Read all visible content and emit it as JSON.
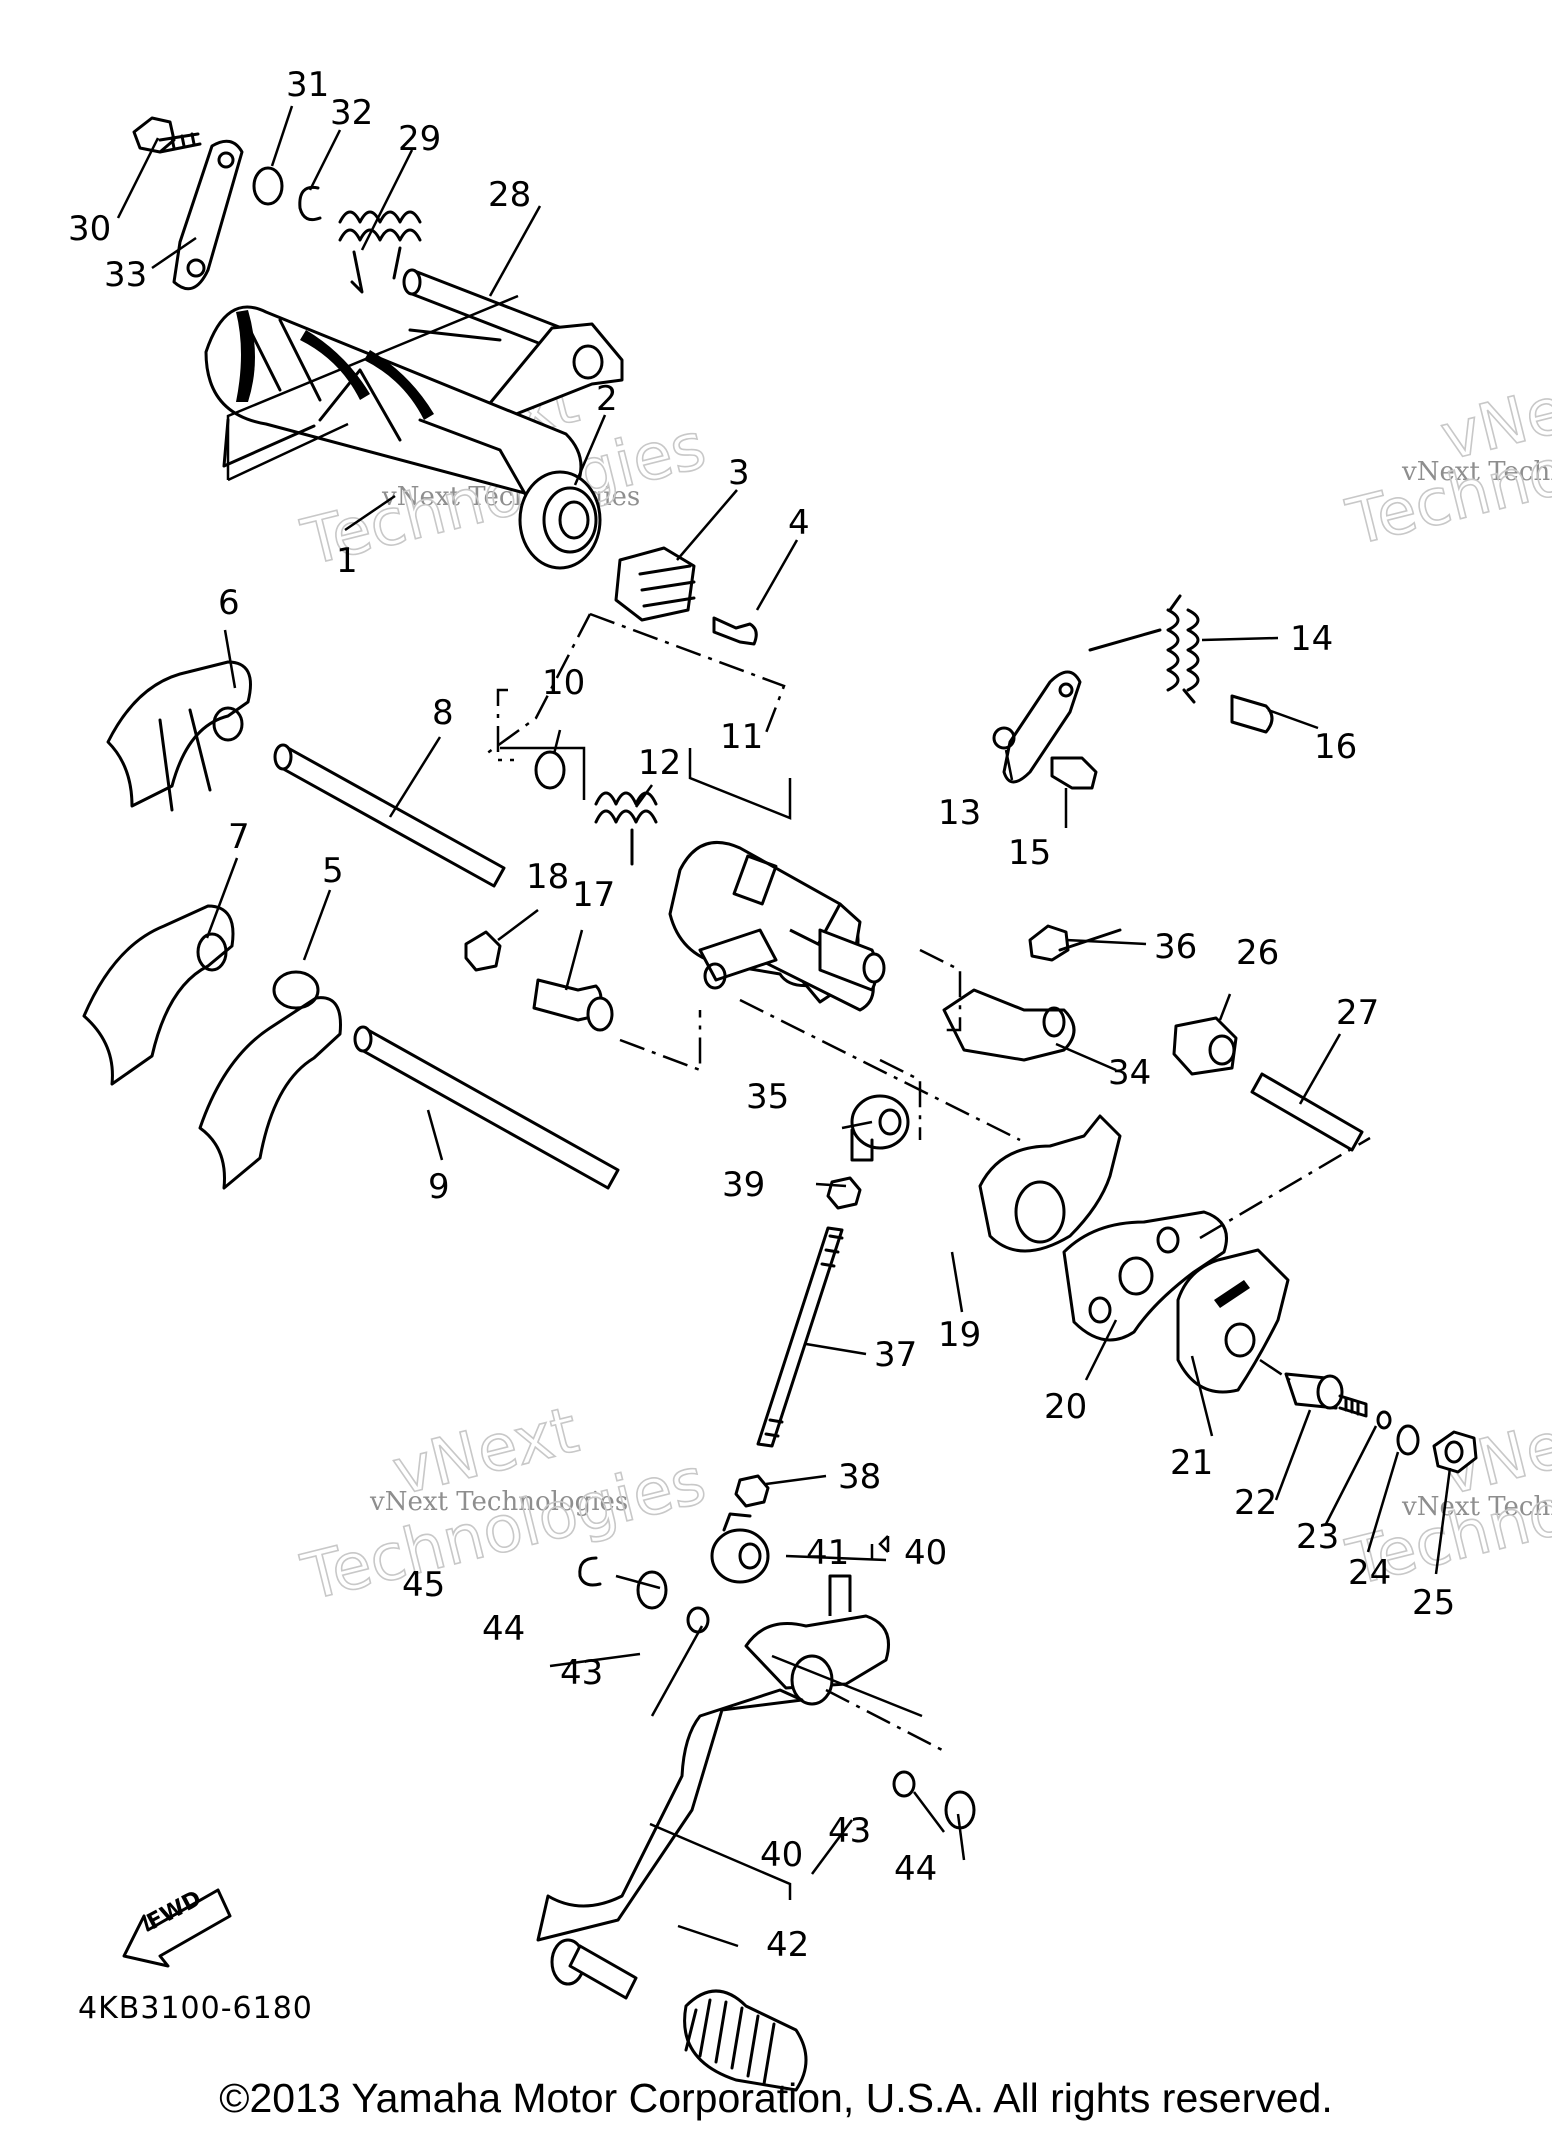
{
  "diagram": {
    "code": "4KB3100-6180",
    "fwd_label": "FWD",
    "copyright": "©2013 Yamaha Motor Corporation, U.S.A. All rights reserved.",
    "watermark": {
      "line1": "vNext Technologies",
      "line2a": "vNext",
      "line2b": "Technologies"
    },
    "callouts": [
      {
        "id": "c1",
        "text": "1"
      },
      {
        "id": "c2",
        "text": "2"
      },
      {
        "id": "c3",
        "text": "3"
      },
      {
        "id": "c4",
        "text": "4"
      },
      {
        "id": "c5",
        "text": "5"
      },
      {
        "id": "c6",
        "text": "6"
      },
      {
        "id": "c7",
        "text": "7"
      },
      {
        "id": "c8",
        "text": "8"
      },
      {
        "id": "c9",
        "text": "9"
      },
      {
        "id": "c10",
        "text": "10"
      },
      {
        "id": "c11",
        "text": "11"
      },
      {
        "id": "c12",
        "text": "12"
      },
      {
        "id": "c13",
        "text": "13"
      },
      {
        "id": "c14",
        "text": "14"
      },
      {
        "id": "c15",
        "text": "15"
      },
      {
        "id": "c16",
        "text": "16"
      },
      {
        "id": "c17",
        "text": "17"
      },
      {
        "id": "c18",
        "text": "18"
      },
      {
        "id": "c19",
        "text": "19"
      },
      {
        "id": "c20",
        "text": "20"
      },
      {
        "id": "c21",
        "text": "21"
      },
      {
        "id": "c22",
        "text": "22"
      },
      {
        "id": "c23",
        "text": "23"
      },
      {
        "id": "c24",
        "text": "24"
      },
      {
        "id": "c25",
        "text": "25"
      },
      {
        "id": "c26",
        "text": "26"
      },
      {
        "id": "c27",
        "text": "27"
      },
      {
        "id": "c28",
        "text": "28"
      },
      {
        "id": "c29",
        "text": "29"
      },
      {
        "id": "c30",
        "text": "30"
      },
      {
        "id": "c31",
        "text": "31"
      },
      {
        "id": "c32",
        "text": "32"
      },
      {
        "id": "c33",
        "text": "33"
      },
      {
        "id": "c34",
        "text": "34"
      },
      {
        "id": "c35",
        "text": "35"
      },
      {
        "id": "c36",
        "text": "36"
      },
      {
        "id": "c37",
        "text": "37"
      },
      {
        "id": "c38",
        "text": "38"
      },
      {
        "id": "c39",
        "text": "39"
      },
      {
        "id": "c40a",
        "text": "40"
      },
      {
        "id": "c40b",
        "text": "40"
      },
      {
        "id": "c41",
        "text": "41"
      },
      {
        "id": "c42",
        "text": "42"
      },
      {
        "id": "c43a",
        "text": "43"
      },
      {
        "id": "c43b",
        "text": "43"
      },
      {
        "id": "c44a",
        "text": "44"
      },
      {
        "id": "c44b",
        "text": "44"
      },
      {
        "id": "c45",
        "text": "45"
      }
    ]
  }
}
